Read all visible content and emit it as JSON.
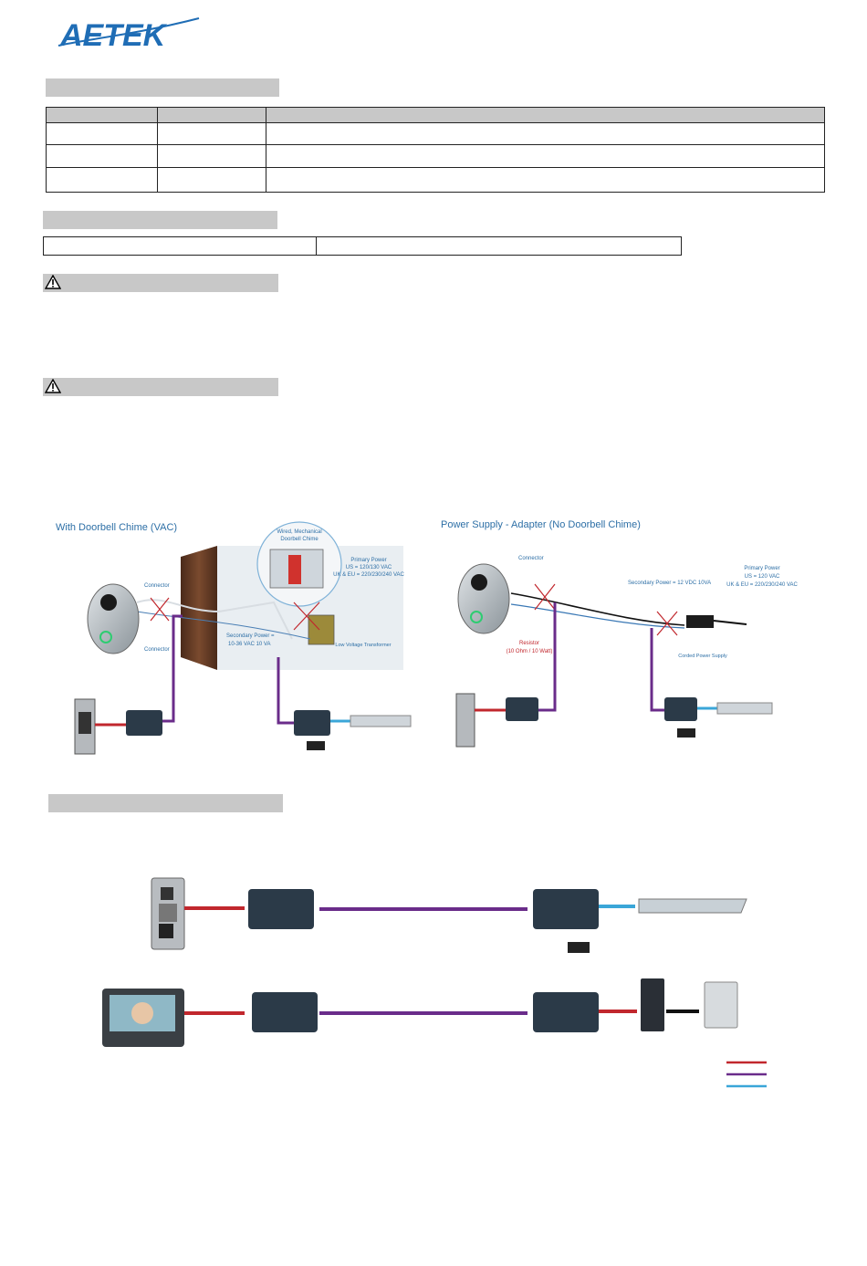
{
  "brand": {
    "logo_text": "AETEK",
    "color": "#1f6db5"
  },
  "colors": {
    "section_bar": "#c8c8c8",
    "red_line": "#c1272d",
    "purple_line": "#6a2c8a",
    "blue_line": "#3aa6d8",
    "black_line": "#111111"
  },
  "diagram_left": {
    "title": "With Doorbell Chime (VAC)",
    "chime_label_1": "Wired, Mechanical",
    "chime_label_2": "Doorbell Chime",
    "primary_power_1": "Primary Power",
    "primary_power_2": "US = 120/130 VAC",
    "primary_power_3": "UK & EU = 220/230/240 VAC",
    "connector_top": "Connector",
    "connector_bottom": "Connector",
    "secondary_power_1": "Secondary Power =",
    "secondary_power_2": "10-36 VAC 10 VA",
    "transformer": "Low Voltage Transformer"
  },
  "diagram_right": {
    "title": "Power Supply - Adapter (No Doorbell Chime)",
    "connector": "Connector",
    "secondary_power": "Secondary Power = 12 VDC 10VA",
    "primary_power_1": "Primary Power",
    "primary_power_2": "US = 120 VAC",
    "primary_power_3": "UK & EU = 220/230/240 VAC",
    "resistor_1": "Resistor",
    "resistor_2": "(10 Ohm / 10 Watt)",
    "corded": "Corded Power Supply"
  }
}
